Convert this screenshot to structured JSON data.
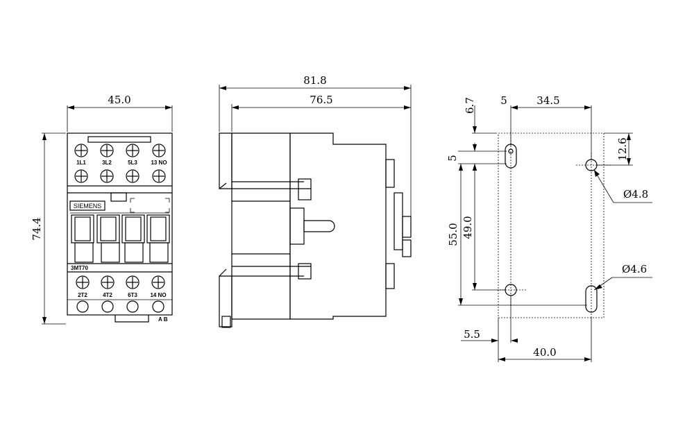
{
  "front_view": {
    "width_dim": "45.0",
    "height_dim": "74.4",
    "brand": "SIEMENS",
    "model": "3MT70",
    "top_terminals": [
      "1L1",
      "3L2",
      "5L3",
      "13 NO"
    ],
    "bottom_terminals": [
      "2T2",
      "4T2",
      "6T3",
      "14 NO"
    ],
    "corner_mark": "A B"
  },
  "side_view": {
    "overall_depth_dim": "81.8",
    "body_depth_dim": "76.5"
  },
  "mount_view": {
    "top_offset_dim": "6.7",
    "slot_offset_dim": "5",
    "hole_spacing_x_dim": "34.5",
    "slot_height_dim": "5",
    "right_offset_dim": "12.6",
    "vertical_span_dim": "55.0",
    "vertical_spacing_dim": "49.0",
    "left_offset_dim": "5.5",
    "bottom_spacing_dim": "40.0",
    "hole_dia_1": "Ø4.8",
    "hole_dia_2": "Ø4.6"
  }
}
